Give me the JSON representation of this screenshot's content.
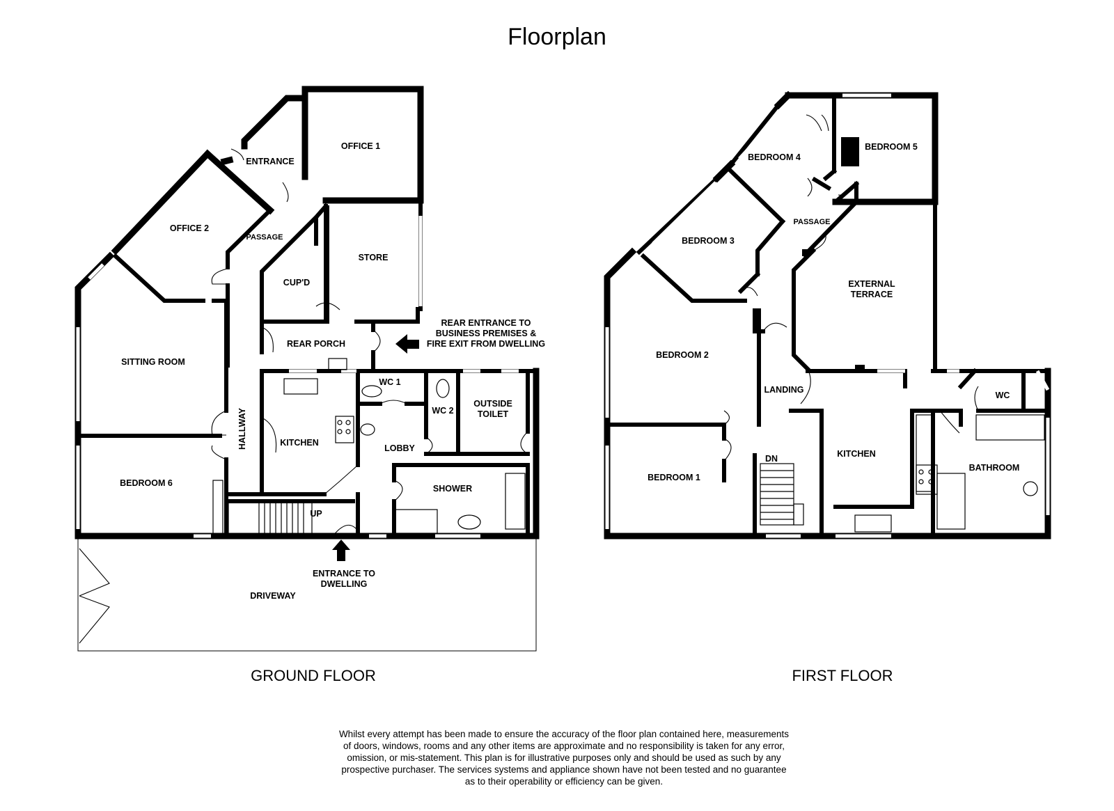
{
  "title": "Floorplan",
  "ground_floor": {
    "label": "GROUND FLOOR",
    "rooms": {
      "entrance": "ENTRANCE",
      "office1": "OFFICE 1",
      "office2": "OFFICE 2",
      "passage": "PASSAGE",
      "cupd": "CUP'D",
      "store": "STORE",
      "rear_porch": "REAR PORCH",
      "sitting_room": "SITTING ROOM",
      "hallway": "HALLWAY",
      "kitchen": "KITCHEN",
      "wc1": "WC 1",
      "wc2": "WC 2",
      "lobby": "LOBBY",
      "outside_toilet_1": "OUTSIDE",
      "outside_toilet_2": "TOILET",
      "shower": "SHOWER",
      "bedroom6": "BEDROOM 6",
      "up": "UP",
      "driveway": "DRIVEWAY"
    },
    "annotations": {
      "rear_entrance_1": "REAR ENTRANCE TO",
      "rear_entrance_2": "BUSINESS PREMISES &",
      "rear_entrance_3": "FIRE EXIT FROM DWELLING",
      "entrance_dwelling_1": "ENTRANCE TO",
      "entrance_dwelling_2": "DWELLING"
    }
  },
  "first_floor": {
    "label": "FIRST FLOOR",
    "rooms": {
      "bedroom4": "BEDROOM 4",
      "bedroom5": "BEDROOM 5",
      "bedroom3": "BEDROOM 3",
      "passage": "PASSAGE",
      "external_terrace_1": "EXTERNAL",
      "external_terrace_2": "TERRACE",
      "bedroom2": "BEDROOM 2",
      "landing": "LANDING",
      "wc": "WC",
      "kitchen": "KITCHEN",
      "bathroom": "BATHROOM",
      "bedroom1": "BEDROOM 1",
      "dn": "DN"
    }
  },
  "disclaimer": [
    "Whilst every attempt has been made to ensure the accuracy of the floor plan contained here, measurements",
    "of doors, windows, rooms and any other items are approximate and no responsibility is taken for any error,",
    "omission, or mis-statement. This plan is for illustrative purposes only and should be used as such by any",
    "prospective purchaser. The services systems and appliance shown have not been tested and no guarantee",
    "as to their operability or efficiency can be given."
  ]
}
